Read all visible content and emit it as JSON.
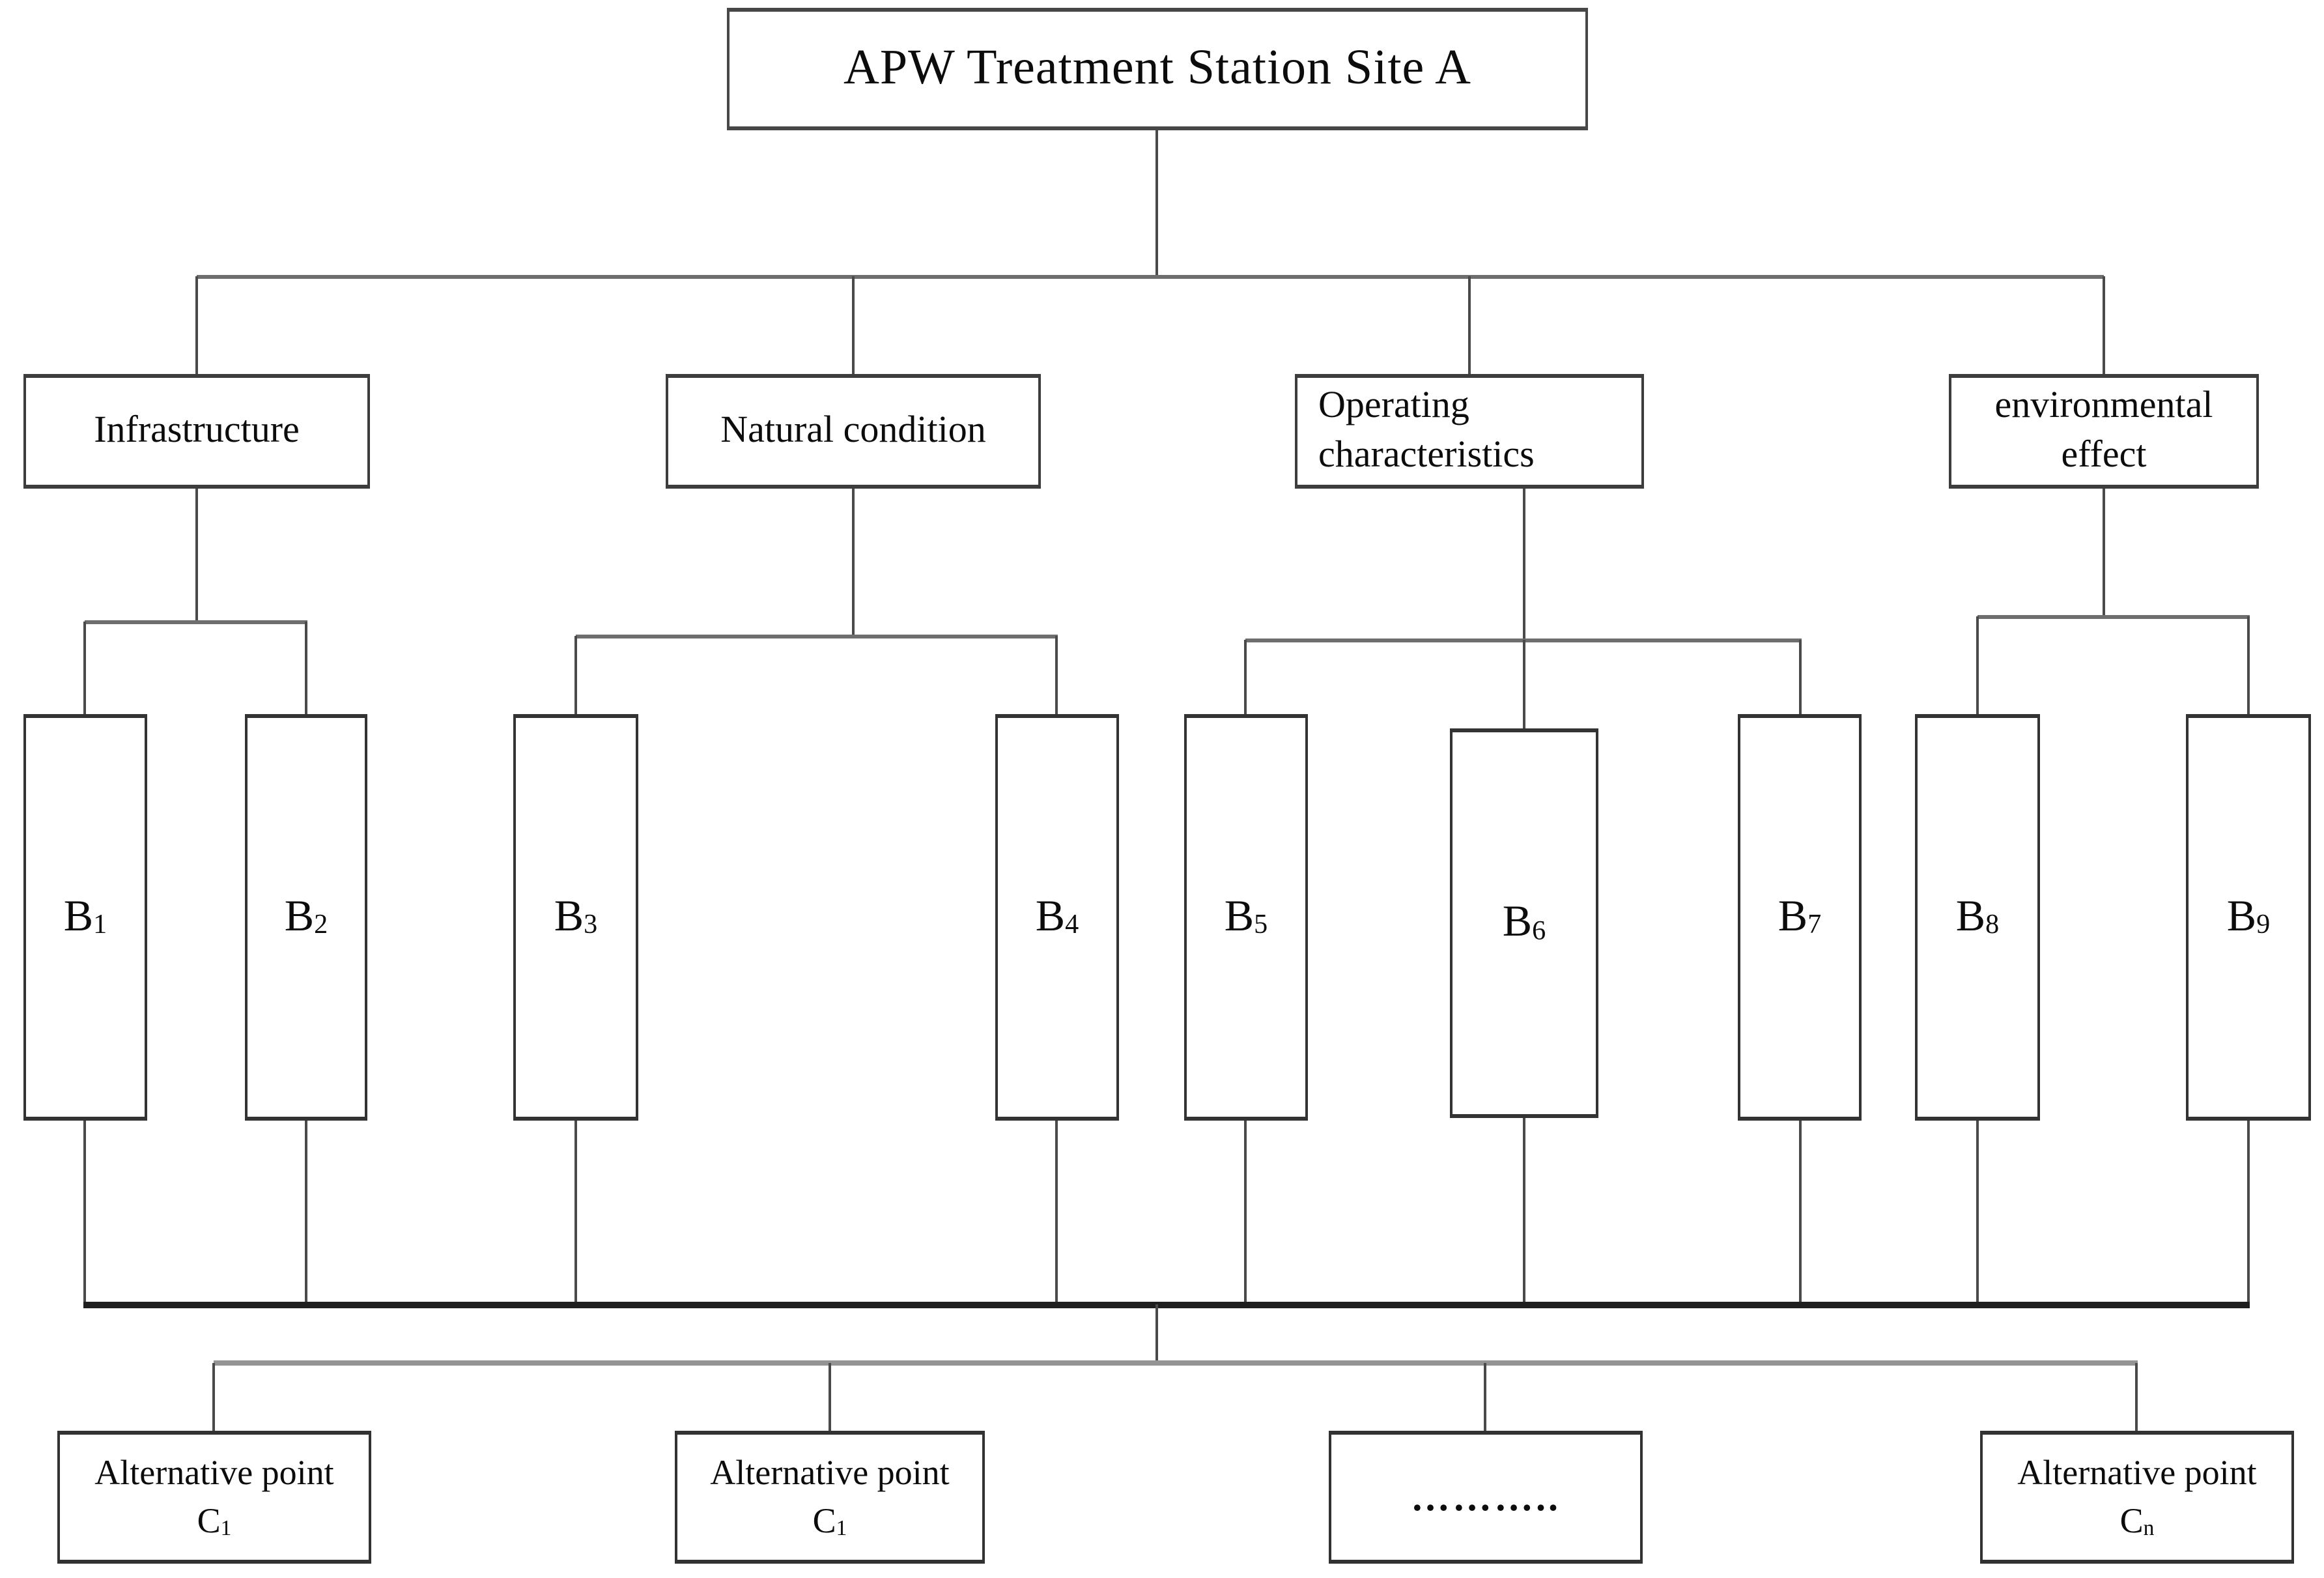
{
  "diagram": {
    "title_box": {
      "label": "APW Treatment Station Site A"
    },
    "categories": [
      {
        "label": "Infrastructure"
      },
      {
        "label": "Natural condition"
      },
      {
        "label": "Operating characteristics"
      },
      {
        "label": "environmental effect"
      }
    ],
    "criteria": [
      {
        "symbol": "B",
        "sub": "1"
      },
      {
        "symbol": "B",
        "sub": "2"
      },
      {
        "symbol": "B",
        "sub": "3"
      },
      {
        "symbol": "B",
        "sub": "4"
      },
      {
        "symbol": "B",
        "sub": "5"
      },
      {
        "symbol": "B",
        "sub": "6"
      },
      {
        "symbol": "B",
        "sub": "7"
      },
      {
        "symbol": "B",
        "sub": "8"
      },
      {
        "symbol": "B",
        "sub": "9"
      }
    ],
    "alternatives": {
      "first": {
        "line1": "Alternative point",
        "symbol": "C",
        "sub": "1"
      },
      "second": {
        "line1": "Alternative point",
        "symbol": "C",
        "sub": "1"
      },
      "ellipsis": {
        "label": "……….."
      },
      "last": {
        "line1": "Alternative point",
        "symbol": "C",
        "sub": "n"
      }
    },
    "colors": {
      "thin_line": "#4a4a4a",
      "bus_gray": "#6e6e6e",
      "collector_dark": "#1f1f1f",
      "distribution_gray": "#949494",
      "box_border": "#3d3d3d",
      "text": "#0c0c0c",
      "background": "#ffffff"
    }
  }
}
